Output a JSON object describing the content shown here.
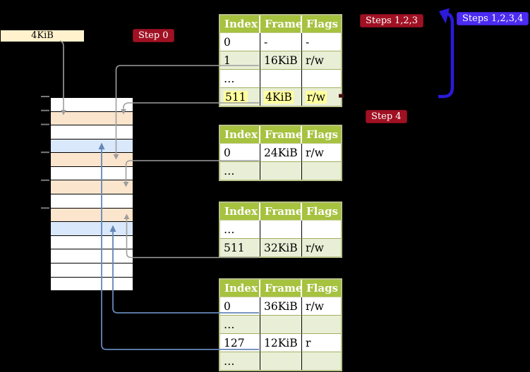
{
  "labels": {
    "page_size_box": "4KiB",
    "step0": "Step 0",
    "steps123": "Steps 1,2,3",
    "steps1234": "Steps 1,2,3,4",
    "step4": "Step 4"
  },
  "tables": [
    {
      "name": "level4-page-table",
      "headers": [
        "Index",
        "Frame",
        "Flags"
      ],
      "rows": [
        [
          "0",
          "-",
          "-"
        ],
        [
          "1",
          "16KiB",
          "r/w"
        ],
        [
          "…",
          "",
          ""
        ],
        [
          "511",
          "4KiB",
          "r/w"
        ]
      ],
      "highlighted_row_index": 3
    },
    {
      "name": "level3-page-table",
      "headers": [
        "Index",
        "Frame",
        "Flags"
      ],
      "rows": [
        [
          "0",
          "24KiB",
          "r/w"
        ],
        [
          "…",
          "",
          ""
        ]
      ]
    },
    {
      "name": "level2-page-table",
      "headers": [
        "Index",
        "Frame",
        "Flags"
      ],
      "rows": [
        [
          "…",
          "",
          ""
        ],
        [
          "511",
          "32KiB",
          "r/w"
        ]
      ]
    },
    {
      "name": "level1-page-table",
      "headers": [
        "Index",
        "Frame",
        "Flags"
      ],
      "rows": [
        [
          "0",
          "36KiB",
          "r/w"
        ],
        [
          "…",
          "",
          ""
        ],
        [
          "127",
          "12KiB",
          "r"
        ],
        [
          "…",
          "",
          ""
        ]
      ]
    }
  ],
  "memory": {
    "rows": [
      "white",
      "orange",
      "white",
      "blue",
      "orange",
      "white",
      "orange",
      "white",
      "orange",
      "blue",
      "white",
      "white",
      "white",
      "white"
    ]
  },
  "colors": {
    "white": "#ffffff",
    "orange": "#fce5cd",
    "blue": "#dae8fc",
    "yellow_highlight": "#ffff9e",
    "header_green": "#a6c23f",
    "row_green": "#e9efd6",
    "badge_red": "#a01123",
    "badge_blue": "#4b2bf0",
    "arrow_blue": "#2b1ad9",
    "connector_gray": "#9e9e9e",
    "connector_blue": "#6487b8",
    "box_yellow": "#fff2cc"
  }
}
